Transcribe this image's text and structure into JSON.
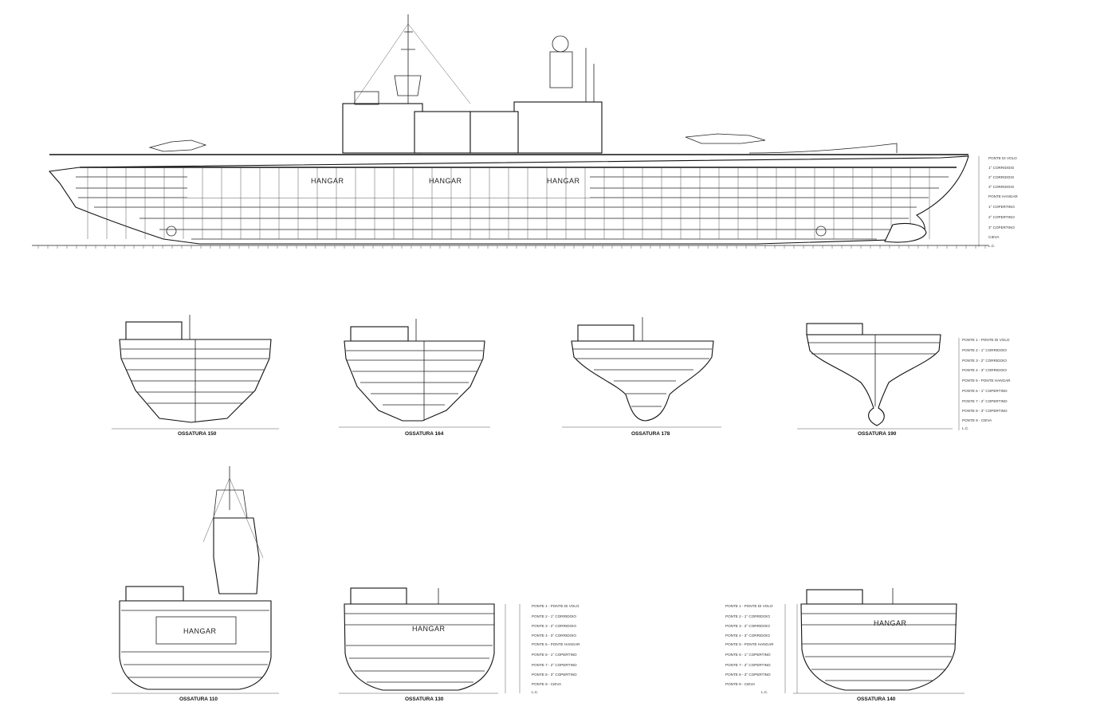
{
  "profile": {
    "hangar_labels": [
      "HANGAR",
      "HANGAR",
      "HANGAR"
    ],
    "deck_labels": [
      "PONTE DI VOLO",
      "1° CORRIDOIO",
      "2° CORRIDOIO",
      "3° CORRIDOIO",
      "PONTE HANGAR",
      "1° COPERTINO",
      "2° COPERTINO",
      "3° COPERTINO",
      "CIEVA",
      "L.C."
    ]
  },
  "sections": {
    "s150": {
      "title": "OSSATURA 150"
    },
    "s164": {
      "title": "OSSATURA 164"
    },
    "s178": {
      "title": "OSSATURA 178"
    },
    "s190": {
      "title": "OSSATURA 190"
    },
    "s110": {
      "title": "OSSATURA 110",
      "hangar": "HANGAR"
    },
    "s130": {
      "title": "OSSATURA 130",
      "hangar": "HANGAR"
    },
    "s140": {
      "title": "OSSATURA 140",
      "hangar": "HANGAR"
    }
  },
  "legend_top": [
    "PONTE 1 - PONTE DI VOLO",
    "PONTE 2 - 1° CORRIDOIO",
    "PONTE 3 - 2° CORRIDOIO",
    "PONTE 4 - 3° CORRIDOIO",
    "PONTE 5 - PONTE HANGAR",
    "PONTE 6 - 1° COPERTINO",
    "PONTE 7 - 2° COPERTINO",
    "PONTE 8 - 3° COPERTINO",
    "PONTE 9 - CIEVA",
    "L.C."
  ],
  "legend_mid": [
    "PONTE 1 - PONTE DI VOLO",
    "PONTE 2 - 1° CORRIDOIO",
    "PONTE 3 - 2° CORRIDOIO",
    "PONTE 4 - 3° CORRIDOIO",
    "PONTE 5 - PONTE HANGAR",
    "PONTE 6 - 1° COPERTINO",
    "PONTE 7 - 2° COPERTINO",
    "PONTE 8 - 3° COPERTINO",
    "PONTE 9 - CIEVA",
    "L.C."
  ],
  "legend_right": [
    "PONTE 1 - PONTE DI VOLO",
    "PONTE 2 - 1° CORRIDOIO",
    "PONTE 3 - 2° CORRIDOIO",
    "PONTE 4 - 3° CORRIDOIO",
    "PONTE 5 - PONTE HANGAR",
    "PONTE 6 - 1° COPERTINO",
    "PONTE 7 - 2° COPERTINO",
    "PONTE 8 - 3° COPERTINO",
    "PONTE 9 - CIEVA",
    "L.C."
  ]
}
